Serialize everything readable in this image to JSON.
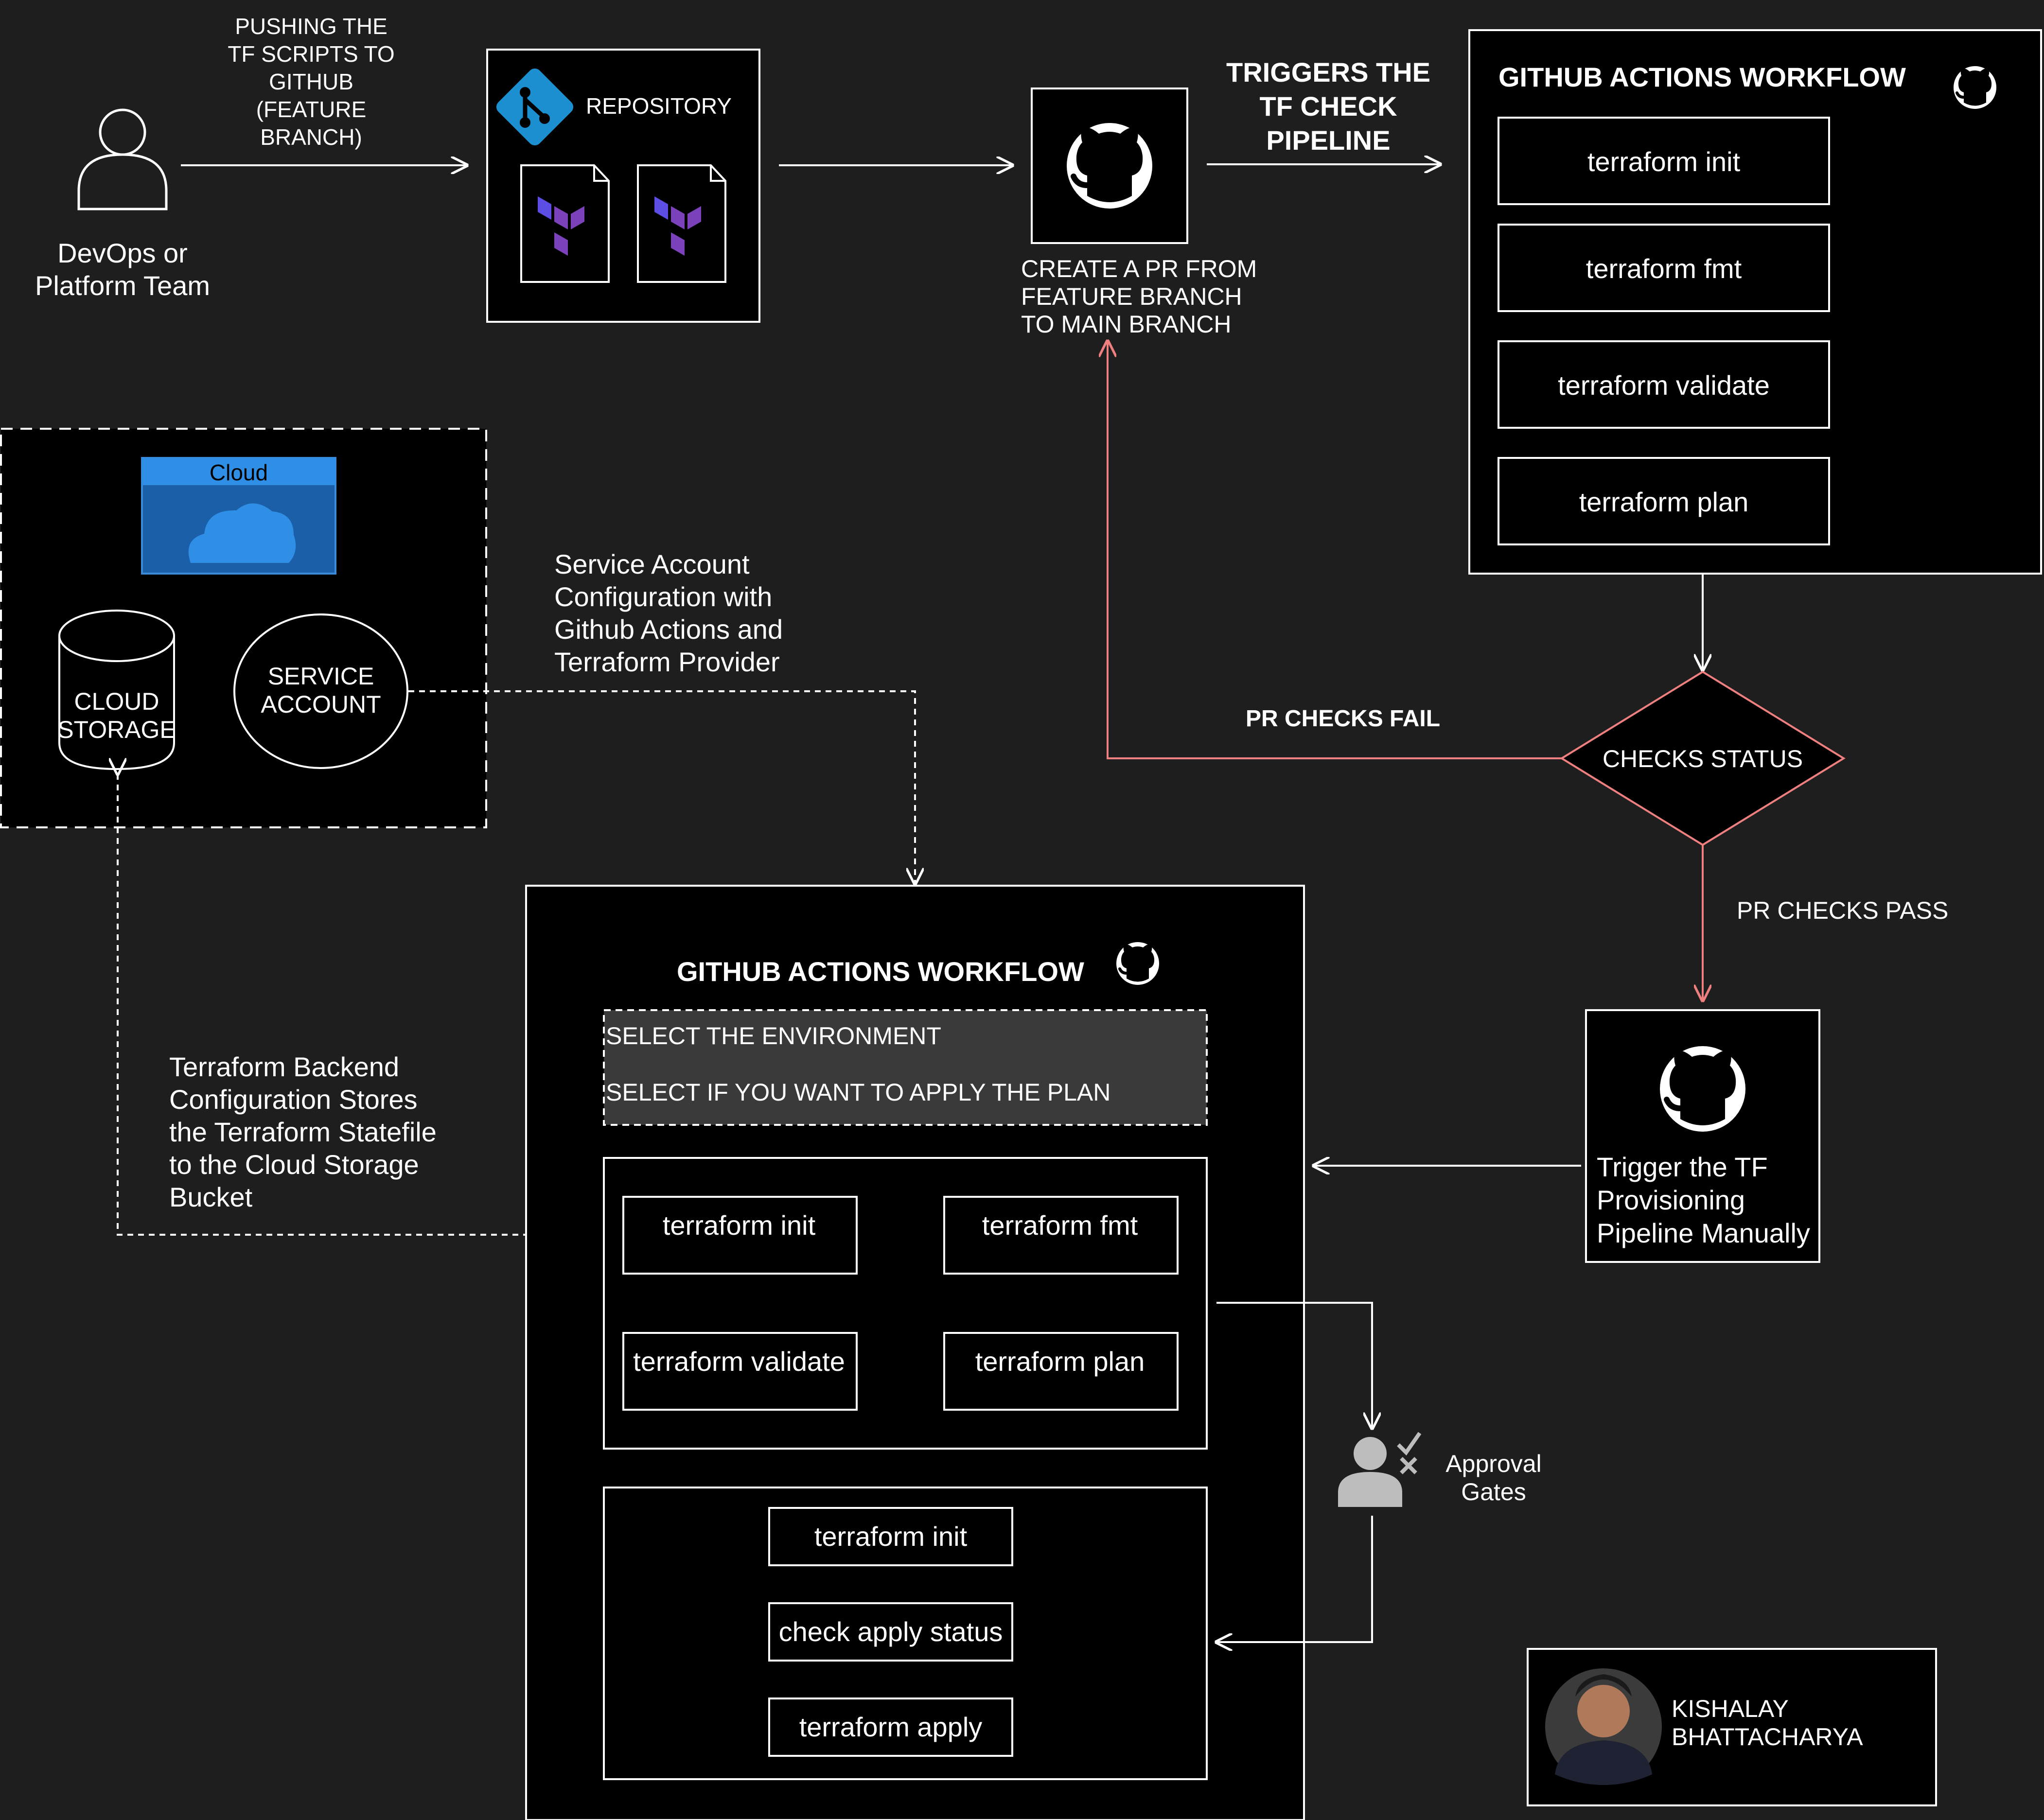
{
  "actor": {
    "label_line1": "DevOps or",
    "label_line2": "Platform Team"
  },
  "push_label": [
    "PUSHING THE",
    "TF SCRIPTS TO",
    "GITHUB",
    "(FEATURE",
    "BRANCH)"
  ],
  "repository": {
    "label": "REPOSITORY"
  },
  "pr_note": [
    "CREATE A PR FROM",
    "FEATURE BRANCH",
    "TO MAIN BRANCH"
  ],
  "trigger_label": [
    "TRIGGERS THE",
    "TF CHECK",
    "PIPELINE"
  ],
  "check_workflow": {
    "title": "GITHUB ACTIONS WORKFLOW",
    "steps": [
      "terraform init",
      "terraform fmt",
      "terraform validate",
      "terraform plan"
    ]
  },
  "checks_status": {
    "label": "CHECKS STATUS",
    "fail_label": "PR CHECKS FAIL",
    "pass_label": "PR CHECKS PASS"
  },
  "manual_trigger": [
    "Trigger the TF",
    "Provisioning",
    "Pipeline Manually"
  ],
  "cloud": {
    "title": "Cloud",
    "storage_line1": "CLOUD",
    "storage_line2": "STORAGE",
    "service_line1": "SERVICE",
    "service_line2": "ACCOUNT"
  },
  "service_account_note": [
    "Service Account",
    "Configuration with",
    "Github Actions and",
    "Terraform Provider"
  ],
  "backend_note": [
    "Terraform Backend",
    "Configuration Stores",
    "the Terraform Statefile",
    "to the Cloud Storage",
    "Bucket"
  ],
  "provision_workflow": {
    "title": "GITHUB ACTIONS WORKFLOW",
    "inputs": [
      "SELECT THE ENVIRONMENT",
      "SELECT IF YOU WANT TO APPLY THE PLAN"
    ],
    "plan_steps": [
      "terraform init",
      "terraform fmt",
      "terraform validate",
      "terraform plan"
    ],
    "apply_steps": [
      "terraform init",
      "check apply status",
      "terraform apply"
    ]
  },
  "approval": {
    "line1": "Approval",
    "line2": "Gates"
  },
  "author": {
    "line1": "KISHALAY",
    "line2": "BHATTACHARYA"
  },
  "colors": {
    "background": "#1e1e1e",
    "fail_path": "#f08080",
    "cloud_blue": "#1a5fa8",
    "github_white": "#ffffff"
  },
  "icons": [
    "user-icon",
    "git-icon",
    "terraform-file-icon",
    "github-icon",
    "cloud-icon",
    "approval-user-icon",
    "check-icon",
    "cross-icon",
    "avatar"
  ]
}
